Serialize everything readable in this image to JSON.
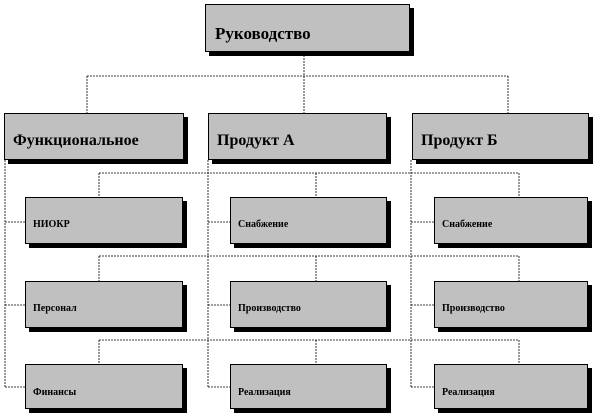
{
  "root": {
    "label": "Руководство"
  },
  "heads": [
    {
      "label": "Функциональное"
    },
    {
      "label": "Продукт А"
    },
    {
      "label": "Продукт Б"
    }
  ],
  "columns": [
    {
      "items": [
        {
          "label": "НИОКР"
        },
        {
          "label": "Персонал"
        },
        {
          "label": "Финансы"
        }
      ]
    },
    {
      "items": [
        {
          "label": "Снабжение"
        },
        {
          "label": "Производство"
        },
        {
          "label": "Реализация"
        }
      ]
    },
    {
      "items": [
        {
          "label": "Снабжение"
        },
        {
          "label": "Производство"
        },
        {
          "label": "Реализация"
        }
      ]
    }
  ],
  "colors": {
    "box_fill": "#c0c0c0",
    "border": "#000000",
    "shadow": "#000000"
  }
}
